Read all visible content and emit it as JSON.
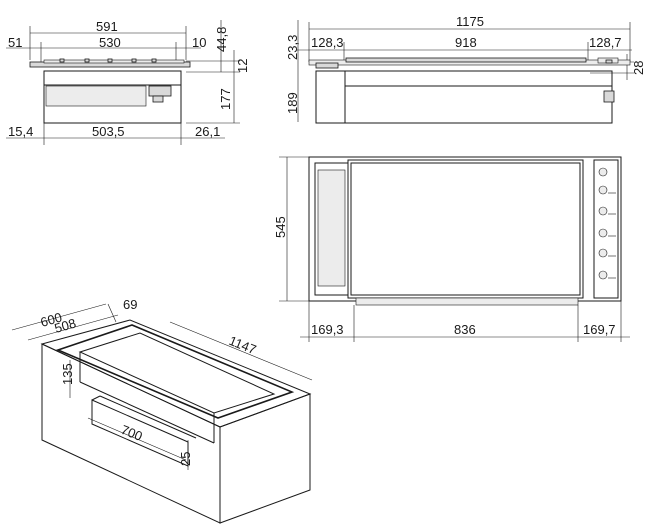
{
  "side_view": {
    "overall_width": "591",
    "left_overhang": "51",
    "top_width": "530",
    "right_gap": "10",
    "top_height": "44,8",
    "top_thickness": "12",
    "body_height": "177",
    "bottom_left": "15,4",
    "bottom_width": "503,5",
    "bottom_right": "26,1"
  },
  "front_view": {
    "overall_width": "1175",
    "top_height": "23,3",
    "left_section": "128,3",
    "center_section": "918",
    "right_section": "128,7",
    "right_height": "28",
    "body_height": "189"
  },
  "top_view": {
    "depth": "545",
    "left_margin": "169,3",
    "center_width": "836",
    "right_margin": "169,7",
    "knob_labels": [
      "",
      "",
      "",
      "",
      "",
      ""
    ]
  },
  "cutout_view": {
    "depth_outer": "600",
    "depth_inner": "508",
    "edge": "69",
    "length": "1147",
    "height": "135",
    "drawer_width": "700",
    "drawer_height": "25"
  }
}
